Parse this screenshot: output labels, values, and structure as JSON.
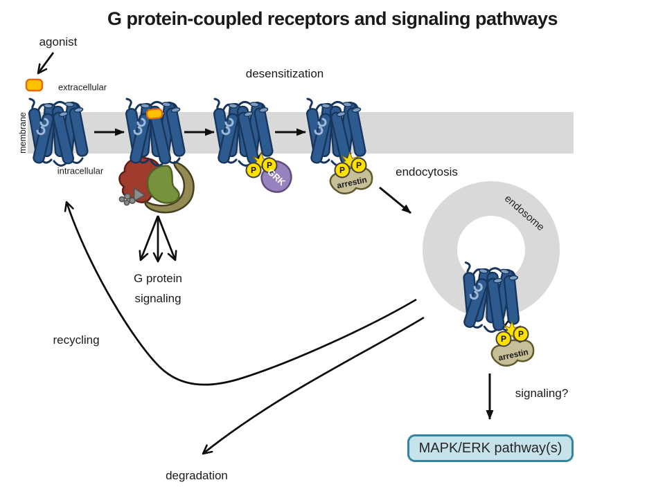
{
  "title": "G protein-coupled receptors and signaling pathways",
  "labels": {
    "agonist": "agonist",
    "extracellular": "extracellular",
    "intracellular": "intracellular",
    "membrane": "membrane",
    "desensitization": "desensitization",
    "endocytosis": "endocytosis",
    "endosome": "endosome",
    "g_protein_line1": "G protein",
    "g_protein_line2": "signaling",
    "recycling": "recycling",
    "degradation": "degradation",
    "signaling_q": "signaling?",
    "mapk": "MAPK/ERK pathway(s)"
  },
  "molecules": {
    "grk": "GRK",
    "arrestin": "arrestin",
    "phosphate": "P"
  },
  "colors": {
    "membrane_gray": "#D9D9D9",
    "endosome_gray": "#D9D9D9",
    "receptor_fill": "#2E5B8F",
    "receptor_outline": "#17365D",
    "receptor_cap": "#7E9CC0",
    "agonist_fill": "#FFC000",
    "agonist_outline": "#E36C0A",
    "g_alpha_red": "#9E3B2C",
    "g_alpha_outline": "#5F1F18",
    "g_beta_green": "#76923C",
    "g_beta_outline": "#4F6228",
    "g_gamma_tan": "#948A54",
    "g_gamma_outline": "#453F20",
    "gdp_gray": "#8C8C8C",
    "grk_fill": "#9683BE",
    "grk_outline": "#604A7B",
    "grk_text": "#FFFFFF",
    "phosphate_fill": "#FFE100",
    "phosphate_outline": "#404040",
    "arrestin_fill": "#C6BF98",
    "arrestin_outline": "#5F5A2B",
    "arrow_black": "#0D0D0D",
    "mapk_fill": "#C6E2EA",
    "mapk_border": "#31859C",
    "text_dark": "#1A1A1A"
  }
}
